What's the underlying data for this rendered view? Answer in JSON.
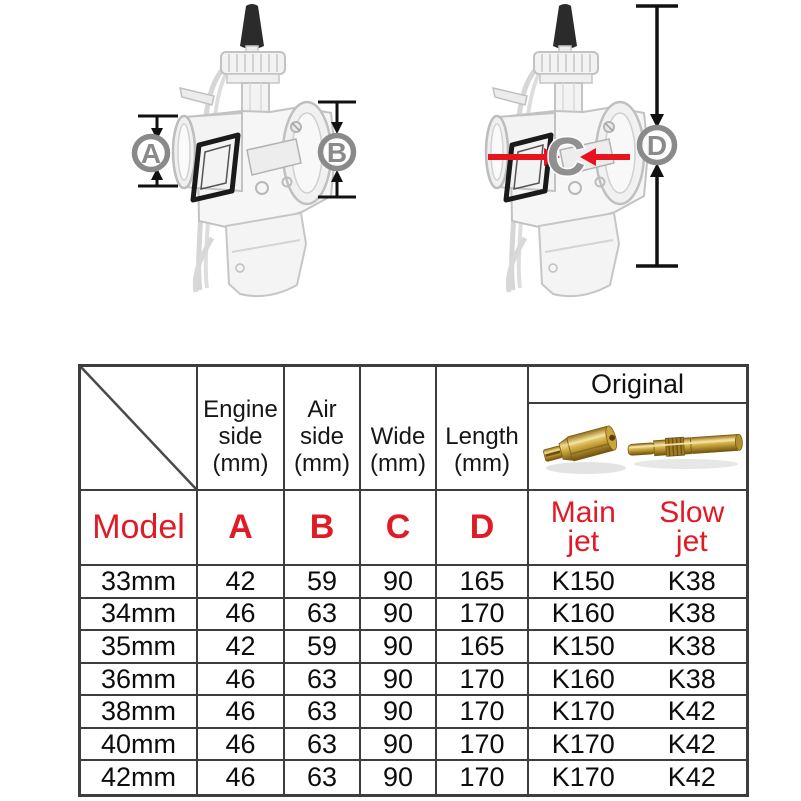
{
  "colors": {
    "accent_red": "#e11b26",
    "dim_gray": "#8a8a8a",
    "table_border": "#3d3d3d",
    "brass": "#caa43c"
  },
  "diagram": {
    "dim_a": "A",
    "dim_b": "B",
    "dim_c": "C",
    "dim_d": "D"
  },
  "table": {
    "col_headers": {
      "engine": {
        "l1": "Engine",
        "l2": "side",
        "l3": "(mm)"
      },
      "air": {
        "l1": "Air",
        "l2": "side",
        "l3": "(mm)"
      },
      "wide": {
        "l1": "Wide",
        "l2": "(mm)"
      },
      "length": {
        "l1": "Length",
        "l2": "(mm)"
      },
      "original": "Original"
    },
    "label_row": {
      "model": "Model",
      "a": "A",
      "b": "B",
      "c": "C",
      "d": "D",
      "main_jet_l1": "Main",
      "main_jet_l2": "jet",
      "slow_jet_l1": "Slow",
      "slow_jet_l2": "jet"
    },
    "rows": [
      {
        "model": "33mm",
        "a": "42",
        "b": "59",
        "c": "90",
        "d": "165",
        "main": "K150",
        "slow": "K38"
      },
      {
        "model": "34mm",
        "a": "46",
        "b": "63",
        "c": "90",
        "d": "170",
        "main": "K160",
        "slow": "K38"
      },
      {
        "model": "35mm",
        "a": "42",
        "b": "59",
        "c": "90",
        "d": "165",
        "main": "K150",
        "slow": "K38"
      },
      {
        "model": "36mm",
        "a": "46",
        "b": "63",
        "c": "90",
        "d": "170",
        "main": "K160",
        "slow": "K38"
      },
      {
        "model": "38mm",
        "a": "46",
        "b": "63",
        "c": "90",
        "d": "170",
        "main": "K170",
        "slow": "K42"
      },
      {
        "model": "40mm",
        "a": "46",
        "b": "63",
        "c": "90",
        "d": "170",
        "main": "K170",
        "slow": "K42"
      },
      {
        "model": "42mm",
        "a": "46",
        "b": "63",
        "c": "90",
        "d": "170",
        "main": "K170",
        "slow": "K42"
      }
    ]
  }
}
